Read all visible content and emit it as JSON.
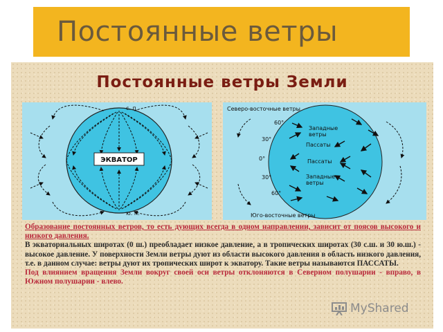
{
  "slide": {
    "title": "Постоянные ветры"
  },
  "panel": {
    "title": "Постоянные ветры Земли"
  },
  "figure_left": {
    "north_pole_label": "с. п.",
    "south_pole_label": "ю. п.",
    "equator_label": "ЭКВАТОР"
  },
  "figure_right": {
    "top_label": "Северо-восточные ветры",
    "bottom_label": "Юго-восточные ветры",
    "lat_60n": "60°",
    "lat_30n": "30°",
    "lat_0": "0°",
    "lat_30s": "30°",
    "lat_60s": "60°",
    "westerlies_north": "Западные\nветры",
    "trades_north": "Пассаты",
    "trades_south": "Пассаты",
    "westerlies_south": "Западные\nветры"
  },
  "text": {
    "p1": "Образование постоянных ветров, то есть дующих всегда в одном направлении, зависит от поясов высокого и низкого давления.",
    "p2": "В экваториальных широтах (0 ш.) преобладает низкое давление, а в тропических широтах (30 с.ш. и 30 ю.ш.) - высокое давление. У поверхности Земли ветры дуют из области высокого давления в область низкого давления, т.е. в данном случае: ветры дуют их тропических широт к экватору. Такие ветры называются ПАССАТЫ.",
    "p3": "Под влиянием вращения Земли вокруг своей оси ветры отклоняются в Северном полушарии - вправо, в Южном полушарии - влево."
  },
  "brand": {
    "name": "MyShared",
    "icon": "presentation-board-icon"
  },
  "colors": {
    "title_bar": "#f3b51f",
    "title_text": "#6b5a3c",
    "panel_title": "#7a1d12",
    "red_text": "#b8283a",
    "globe": "#3fc3e2",
    "figure_bg": "#a7dfee"
  }
}
